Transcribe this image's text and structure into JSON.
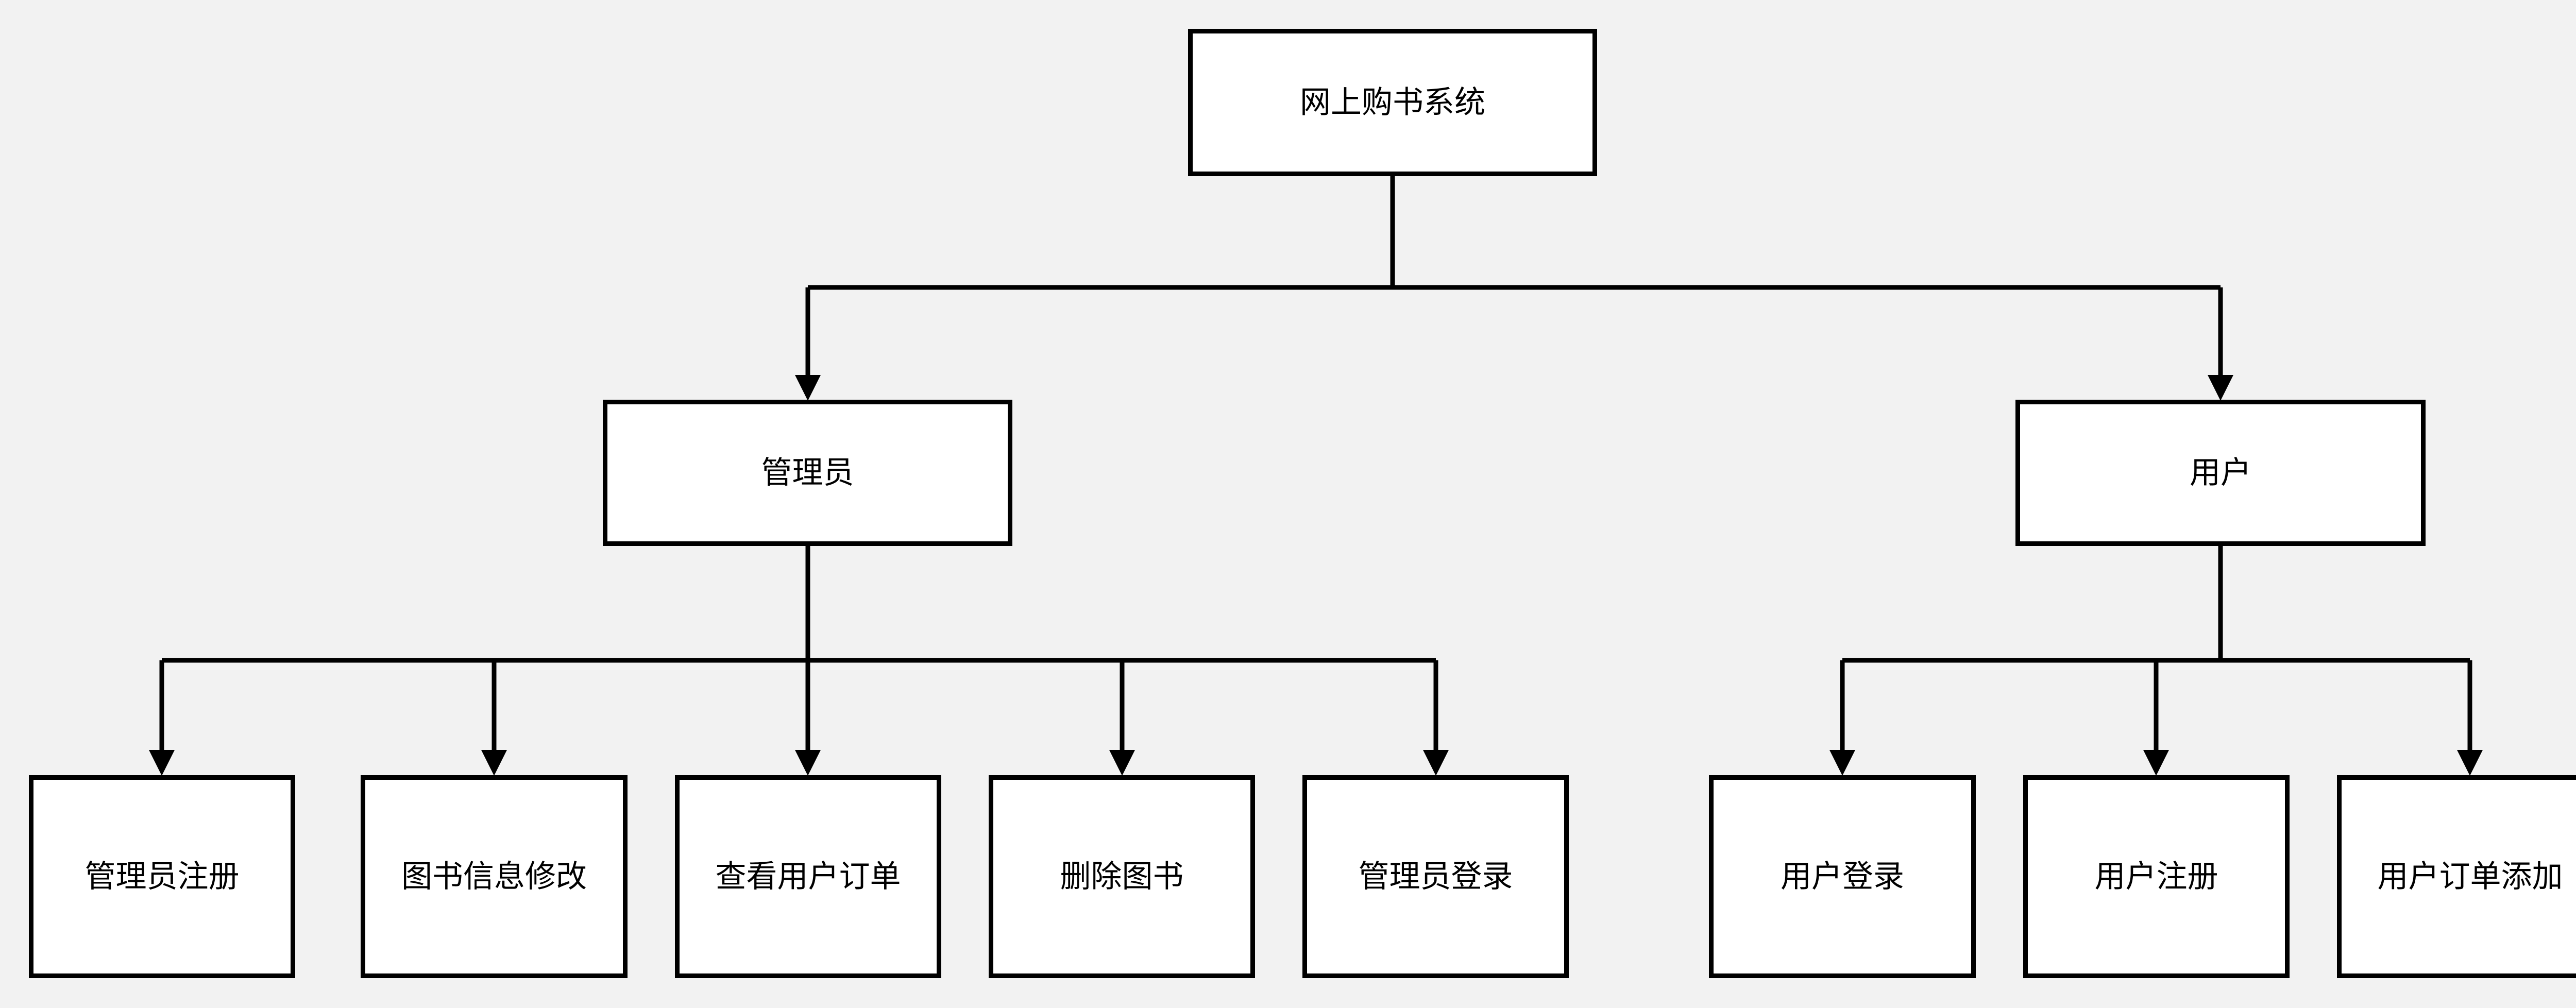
{
  "diagram": {
    "root": {
      "label": "网上购书系统"
    },
    "admin": {
      "label": "管理员",
      "children": [
        {
          "label": "管理员注册"
        },
        {
          "label": "图书信息修改"
        },
        {
          "label": "查看用户订单"
        },
        {
          "label": "删除图书"
        },
        {
          "label": "管理员登录"
        }
      ]
    },
    "user": {
      "label": "用户",
      "children": [
        {
          "label": "用户登录"
        },
        {
          "label": "用户注册"
        },
        {
          "label": "用户订单添加"
        }
      ]
    }
  },
  "colors": {
    "background": "#f2f2f2",
    "node_fill": "#ffffff",
    "stroke": "#000000"
  }
}
